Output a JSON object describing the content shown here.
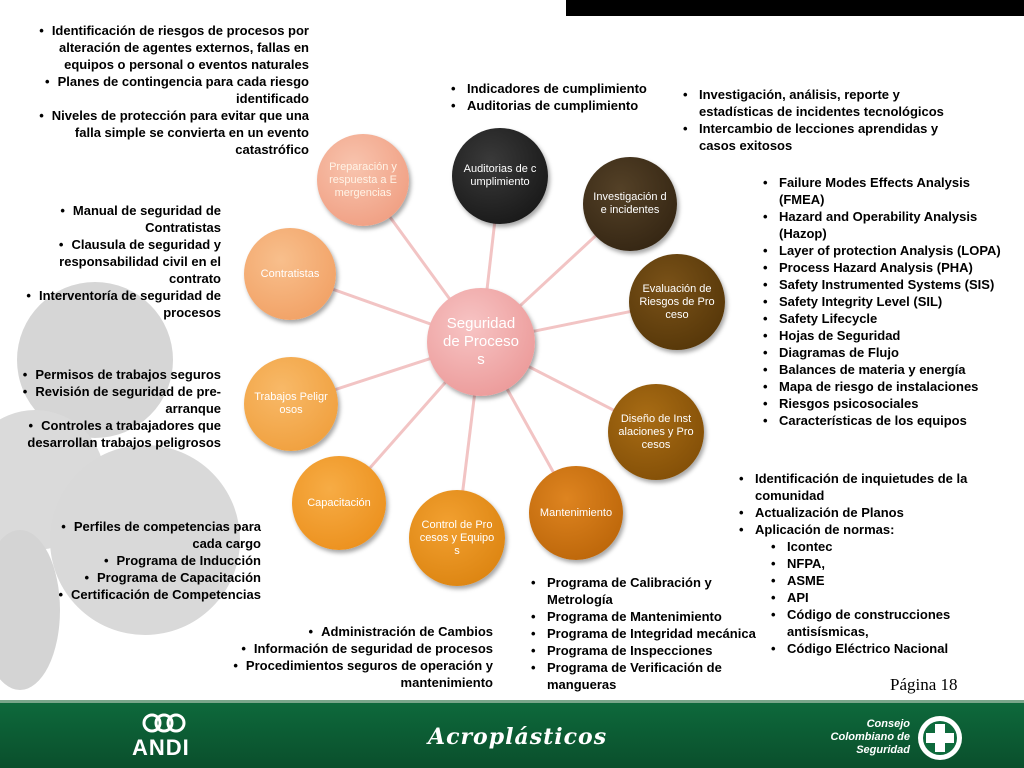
{
  "center": {
    "label": "Seguridad de Procesos"
  },
  "nodes": [
    {
      "key": "preparacion",
      "label": "Preparación y respuesta a Emergencias",
      "bg": "#f3a98f"
    },
    {
      "key": "auditorias",
      "label": "Auditorias de cumplimiento",
      "bg": "#1f1f1f"
    },
    {
      "key": "investigacion",
      "label": "Investigación de incidentes",
      "bg": "#3b2a16"
    },
    {
      "key": "evaluacion",
      "label": "Evaluación de Riesgos de Proceso",
      "bg": "#5d3b08"
    },
    {
      "key": "diseno",
      "label": "Diseño de Instalaciones y Procesos",
      "bg": "#8c5608"
    },
    {
      "key": "mantenimiento",
      "label": "Mantenimiento",
      "bg": "#c36d0a"
    },
    {
      "key": "control",
      "label": "Control de Procesos y Equipos",
      "bg": "#e08a14"
    },
    {
      "key": "capacitacion",
      "label": "Capacitación",
      "bg": "#ef9628"
    },
    {
      "key": "trabajos",
      "label": "Trabajos Peligrosos",
      "bg": "#f2a447"
    },
    {
      "key": "contratistas",
      "label": "Contratistas",
      "bg": "#f4a76a"
    }
  ],
  "blocks": {
    "preparacion": [
      "Identificación de riesgos  de procesos por alteración de agentes externos, fallas en equipos o personal o eventos naturales",
      "Planes de contingencia para cada riesgo identificado",
      "Niveles de protección para evitar que una falla simple se convierta en un evento catastrófico"
    ],
    "auditorias": [
      "Indicadores de cumplimiento",
      "Auditorias de cumplimiento"
    ],
    "investigacion": [
      "Investigación, análisis, reporte  y estadísticas de incidentes tecnológicos",
      "Intercambio de lecciones aprendidas y casos exitosos"
    ],
    "evaluacion": [
      "Failure Modes Effects Analysis (FMEA)",
      "Hazard and Operability Analysis (Hazop)",
      "Layer of protection Analysis (LOPA)",
      "Process Hazard Analysis (PHA)",
      "Safety Instrumented Systems (SIS)",
      "Safety Integrity Level (SIL)",
      "Safety Lifecycle",
      "Hojas de Seguridad",
      "Diagramas de Flujo",
      "Balances de materia y energía",
      "Mapa de riesgo de instalaciones",
      "Riesgos psicosociales",
      "Características de los equipos"
    ],
    "diseno": [
      "Identificación de inquietudes de la comunidad",
      "Actualización de Planos",
      "Aplicación de normas:"
    ],
    "diseno_sub": [
      "Icontec",
      "NFPA,",
      "ASME",
      "API",
      "Código de construcciones antisísmicas,",
      "Código Eléctrico Nacional"
    ],
    "mantenimiento": [
      "Programa de Calibración y Metrología",
      "Programa de Mantenimiento",
      "Programa de Integridad mecánica",
      "Programa de Inspecciones",
      "Programa de Verificación de mangueras"
    ],
    "control": [
      "Administración de Cambios",
      "Información de seguridad de procesos",
      "Procedimientos  seguros de operación y mantenimiento"
    ],
    "capacitacion": [
      "Perfiles de competencias para cada cargo",
      "Programa de Inducción",
      "Programa de Capacitación",
      "Certificación de Competencias"
    ],
    "trabajos": [
      "Permisos de trabajos seguros",
      "Revisión de seguridad de pre-arranque",
      "Controles a trabajadores que desarrollan trabajos peligrosos"
    ],
    "contratistas": [
      "Manual de seguridad de Contratistas",
      "Clausula  de seguridad y responsabilidad civil en el contrato",
      "Interventoría de seguridad de procesos"
    ]
  },
  "page_number": "Página 18",
  "footer": {
    "andi": "ANDI",
    "acroplasticos": "Acroplásticos",
    "consejo_line1": "Consejo",
    "consejo_line2": "Colombiano de",
    "consejo_line3": "Seguridad"
  },
  "colors": {
    "footer": "#0e6a3c",
    "center": "#f0a5a5",
    "spokes": "#f2c4c4"
  }
}
